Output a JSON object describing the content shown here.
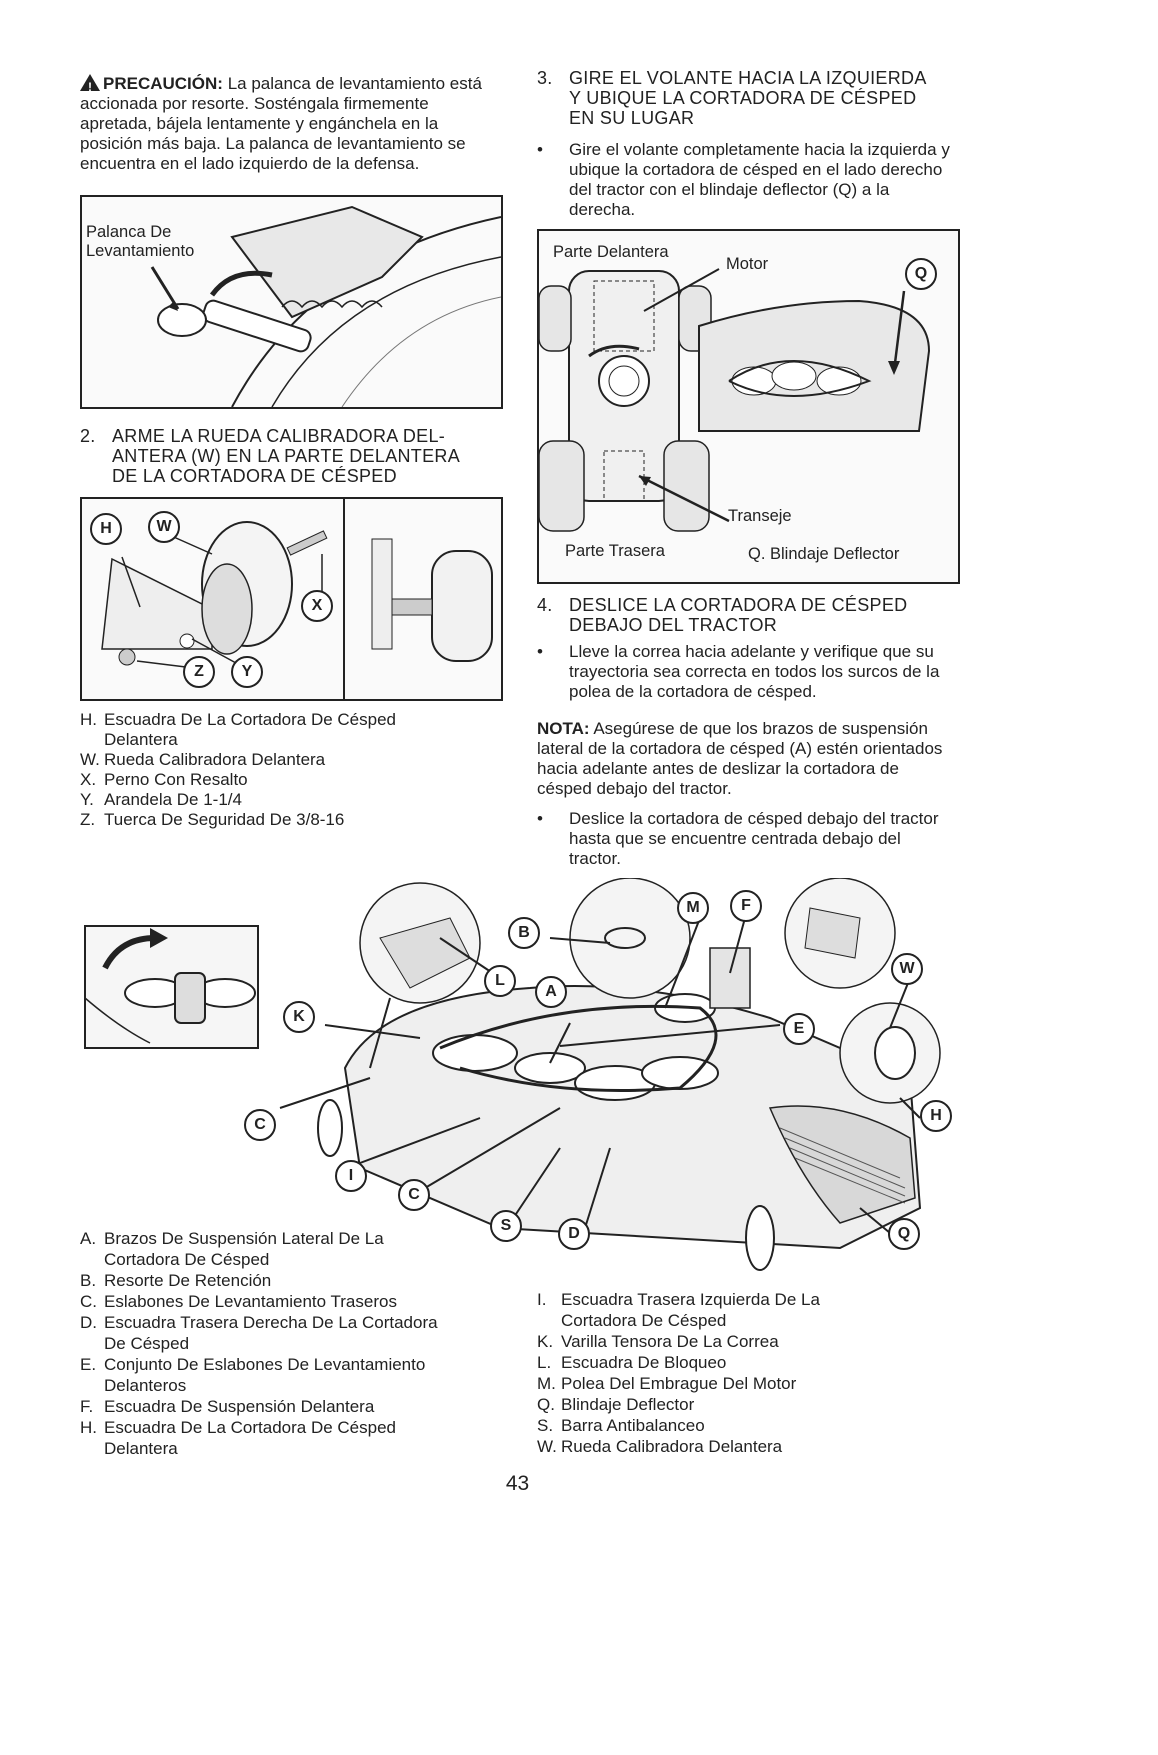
{
  "caution": {
    "heading": "PRECAUCIÓN:",
    "text": "La palanca de levantamiento está accionada por resorte. Sosténgala firmemente apretada, bájela lentamente y engánchela en la posición más baja. La palanca de levantamiento se encuentra en el lado izquierdo de la defensa."
  },
  "fig1": {
    "label_line1": "Palanca De",
    "label_line2": "Levantamiento"
  },
  "step2": {
    "number": "2.",
    "line1": "ARME LA RUEDA CALIBRADORA DEL-",
    "line2": "ANTERA (W) EN LA PARTE DELANTERA",
    "line3": "DE LA CORTADORA DE CÉSPED"
  },
  "fig2": {
    "callouts": [
      "H",
      "W",
      "X",
      "Z",
      "Y"
    ]
  },
  "legend_small": [
    {
      "key": "H.",
      "line1": "Escuadra De La Cortadora De Césped",
      "line2": "Delantera"
    },
    {
      "key": "W.",
      "line1": "Rueda Calibradora Delantera"
    },
    {
      "key": "X.",
      "line1": "Perno Con Resalto"
    },
    {
      "key": "Y.",
      "line1": "Arandela De 1-1/4"
    },
    {
      "key": "Z.",
      "line1": "Tuerca De Seguridad De 3/8-16"
    }
  ],
  "step3": {
    "number": "3.",
    "line1": "GIRE EL VOLANTE HACIA LA IZQUIERDA",
    "line2": "Y UBIQUE LA CORTADORA DE CÉSPED",
    "line3": "EN SU LUGAR",
    "bullet": "Gire el volante completamente hacia la izquierda y ubique la cortadora de césped en el lado derecho del tractor con el blindaje deflector (Q) a la derecha."
  },
  "fig3": {
    "front": "Parte Delantera",
    "motor": "Motor",
    "q": "Q",
    "transeje": "Transeje",
    "rear": "Parte Trasera",
    "q_caption": "Q.  Blindaje Deflector"
  },
  "step4": {
    "number": "4.",
    "line1": "DESLICE LA CORTADORA DE CÉSPED",
    "line2": "DEBAJO DEL TRACTOR",
    "bullet": "Lleve la correa hacia adelante y verifique que su trayectoria sea correcta en todos los surcos de la polea de la cortadora de césped."
  },
  "nota": {
    "label": "NOTA:",
    "text": " Asegúrese de que los brazos de suspensión lateral de la cortadora de césped (A) estén orientados hacia adelante antes de deslizar la cortadora de césped debajo del tractor.",
    "bullet": "Deslice la cortadora de césped debajo del tractor hasta que se encuentre centrada debajo del tractor."
  },
  "fig4": {
    "callouts": [
      "B",
      "M",
      "F",
      "L",
      "A",
      "W",
      "K",
      "E",
      "H",
      "C",
      "I",
      "C",
      "S",
      "D",
      "Q"
    ]
  },
  "legend_left": [
    {
      "key": "A.",
      "line1": "Brazos De Suspensión Lateral De La",
      "line2": "Cortadora De Césped"
    },
    {
      "key": "B.",
      "line1": "Resorte De Retención"
    },
    {
      "key": "C.",
      "line1": "Eslabones De Levantamiento Traseros"
    },
    {
      "key": "D.",
      "line1": "Escuadra Trasera Derecha De La Cortadora",
      "line2": "De Césped"
    },
    {
      "key": "E.",
      "line1": "Conjunto De Eslabones De Levantamiento",
      "line2": "Delanteros"
    },
    {
      "key": "F.",
      "line1": "Escuadra De Suspensión Delantera"
    },
    {
      "key": "H.",
      "line1": "Escuadra De La Cortadora De Césped",
      "line2": "Delantera"
    }
  ],
  "legend_right": [
    {
      "key": "I.",
      "line1": "Escuadra Trasera Izquierda De La",
      "line2": "Cortadora De Césped"
    },
    {
      "key": "K.",
      "line1": "Varilla Tensora De La Correa"
    },
    {
      "key": "L.",
      "line1": "Escuadra De Bloqueo"
    },
    {
      "key": "M.",
      "line1": "Polea Del Embrague Del Motor"
    },
    {
      "key": "Q.",
      "line1": "Blindaje Deflector"
    },
    {
      "key": "S.",
      "line1": "Barra Antibalanceo"
    },
    {
      "key": "W.",
      "line1": "Rueda Calibradora Delantera"
    }
  ],
  "page_number": "43"
}
